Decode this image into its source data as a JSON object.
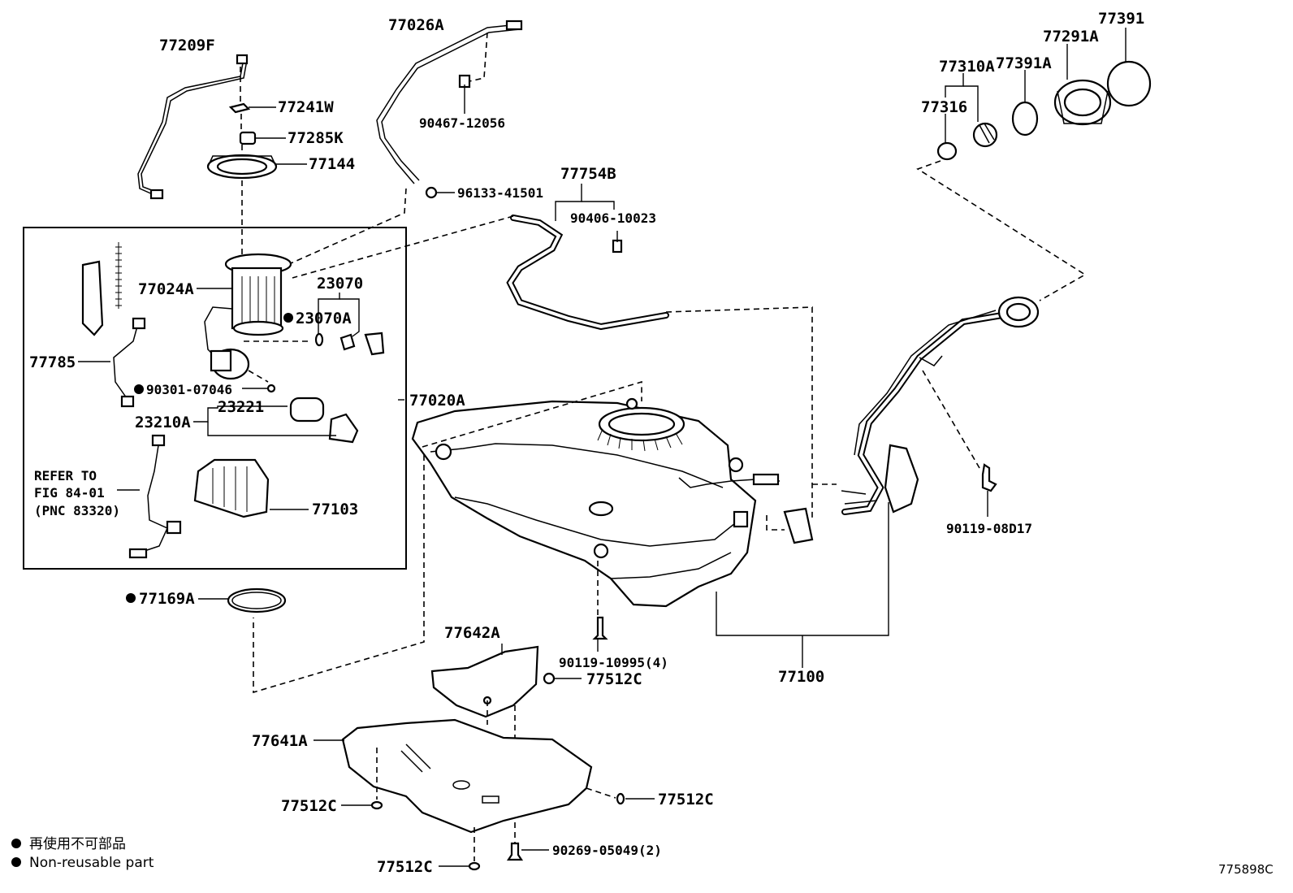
{
  "callouts": {
    "c77209F": "77209F",
    "c77241W": "77241W",
    "c77285K": "77285K",
    "c77144": "77144",
    "c77026A": "77026A",
    "c90467": "90467-12056",
    "c96133": "96133-41501",
    "c77754B": "77754B",
    "c90406": "90406-10023",
    "c77310A": "77310A",
    "c77316": "77316",
    "c77391A": "77391A",
    "c77291A": "77291A",
    "c77391": "77391",
    "c77024A": "77024A",
    "c23070": "23070",
    "c23070A": "23070A",
    "c77785": "77785",
    "c90301": "90301-07046",
    "c77020A": "77020A",
    "c23221": "23221",
    "c23210A": "23210A",
    "c77103": "77103",
    "c90119_08D17": "90119-08D17",
    "c77169A": "77169A",
    "c77642A": "77642A",
    "c90119_10995": "90119-10995(4)",
    "c77512C_a": "77512C",
    "c77100": "77100",
    "c77641A": "77641A",
    "c77512C_b": "77512C",
    "c77512C_c": "77512C",
    "c77512C_d": "77512C",
    "c90269": "90269-05049(2)"
  },
  "refer": {
    "line1": "REFER TO",
    "line2": "FIG 84-01",
    "line3": "(PNC 83320)"
  },
  "legend": {
    "jp": "再使用不可部品",
    "en": "Non-reusable part"
  },
  "figure_id": "775898C"
}
